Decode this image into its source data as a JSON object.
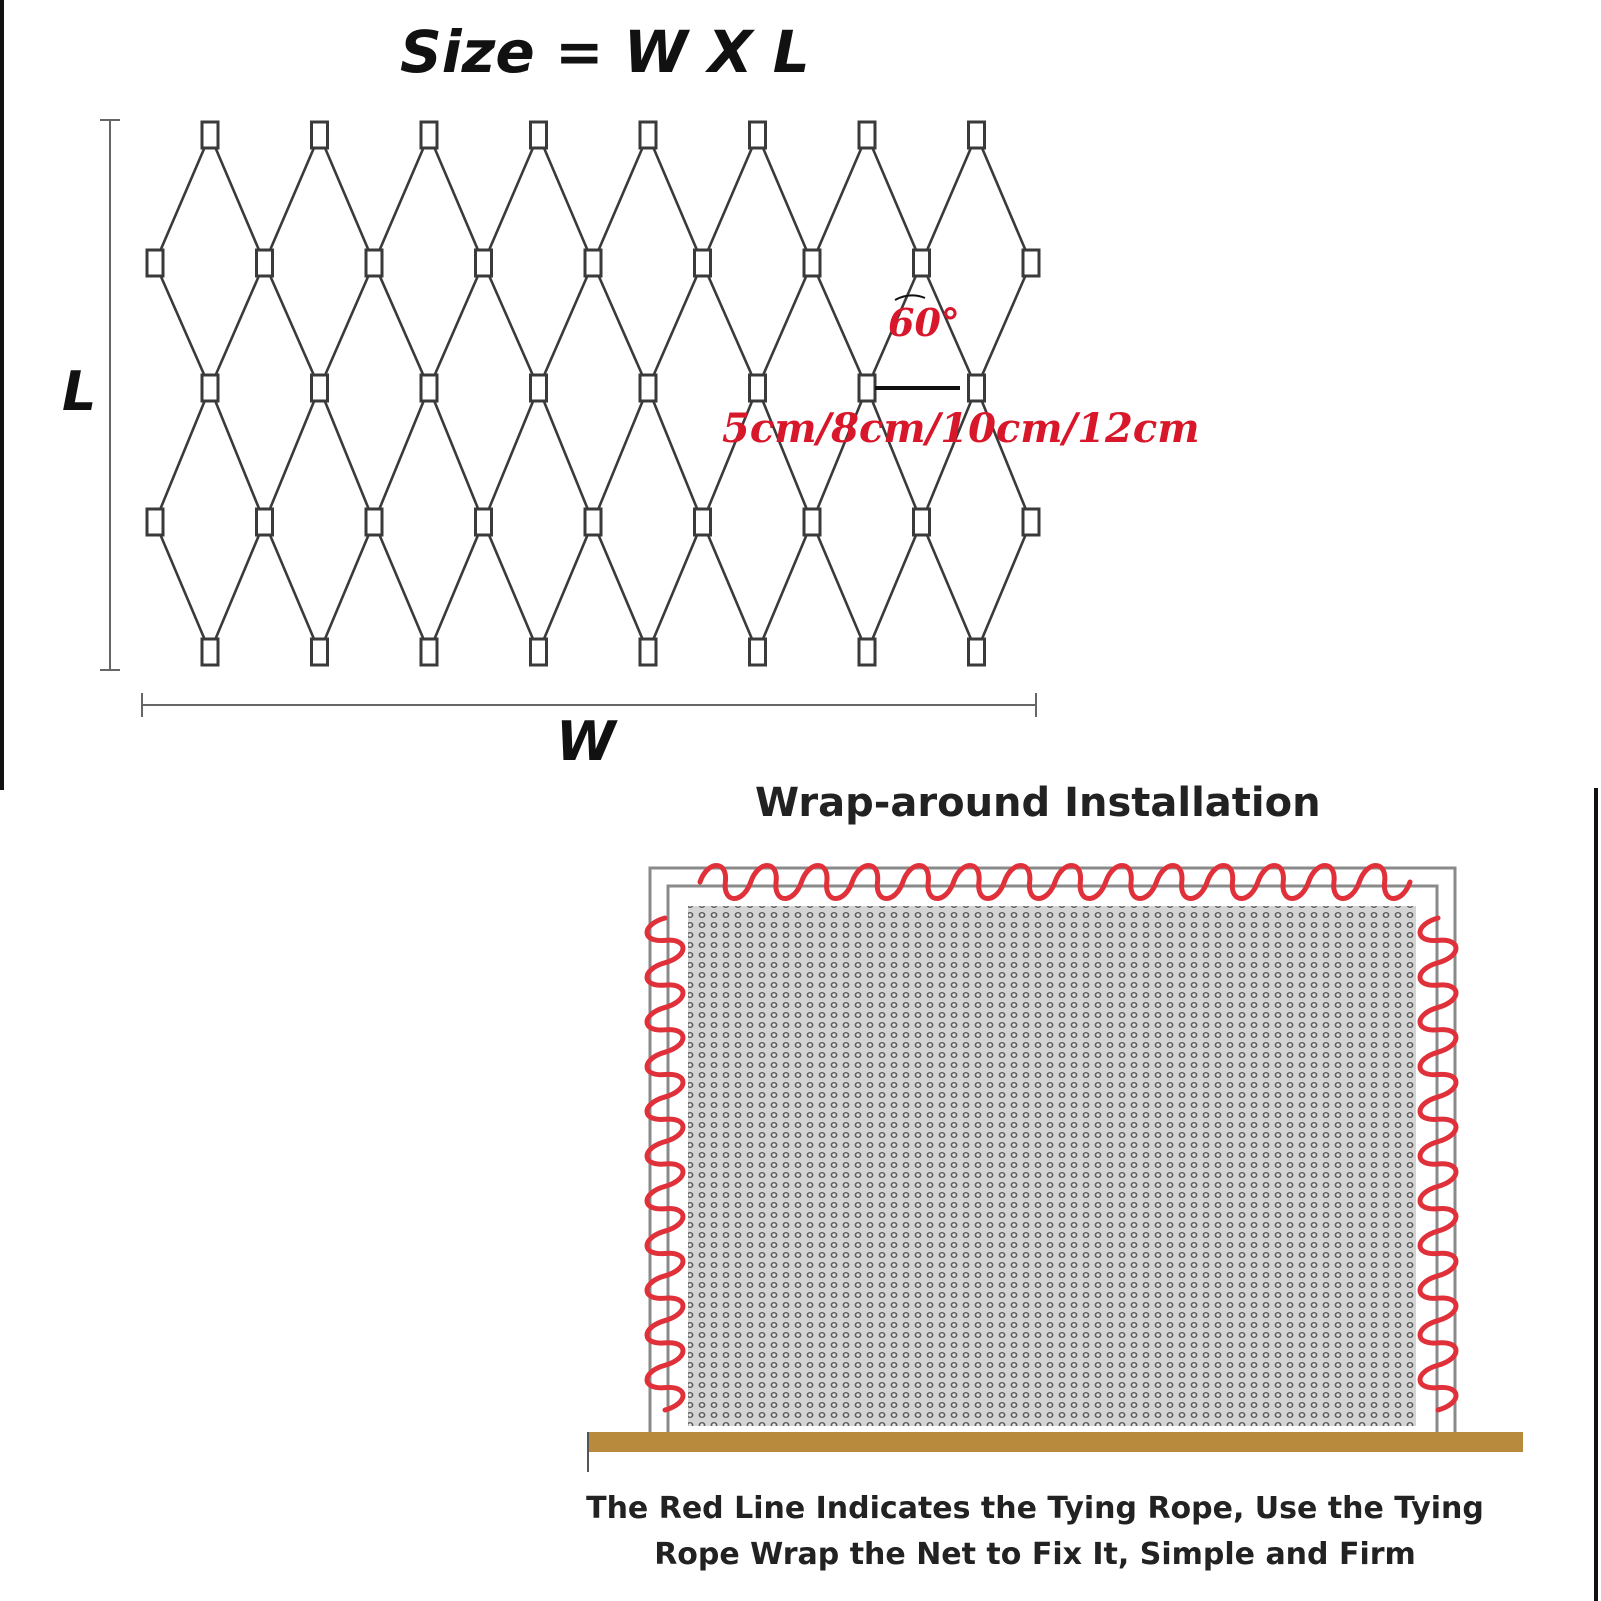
{
  "top_diagram": {
    "title": "Size = W X L",
    "length_label": "L",
    "width_label": "W",
    "angle_label": "60°",
    "mesh_size_label": "5cm/8cm/10cm/12cm"
  },
  "bottom_diagram": {
    "title": "Wrap-around Installation",
    "caption_line1": "The Red Line Indicates the Tying Rope, Use the Tying",
    "caption_line2": "Rope Wrap the Net to Fix It, Simple and Firm"
  },
  "colors": {
    "line": "#3a3a3a",
    "rope": "#e0303a",
    "ground": "#b88a3e",
    "mesh_fill": "#c9c9c9",
    "accent_text": "#d8172a"
  }
}
